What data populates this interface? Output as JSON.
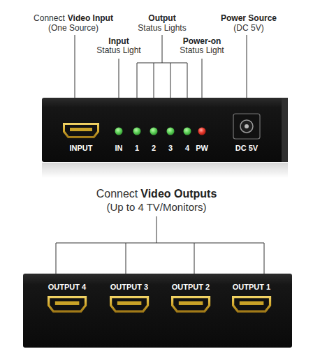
{
  "diagram": {
    "labels": [
      "Connect",
      "Video Input",
      "(One Source)",
      "Input",
      "Status Light",
      "Output",
      "Status Lights",
      "Power-on",
      "Status Light",
      "Power Source",
      "(DC 5V)",
      "INPUT",
      "IN",
      "1",
      "2",
      "3",
      "4",
      "PW",
      "DC 5V",
      "Connect",
      "Video Outputs",
      "(Up to 4 TV/Monitors)",
      "OUTPUT 4",
      "OUTPUT 3",
      "OUTPUT 2",
      "OUTPUT 1"
    ]
  }
}
